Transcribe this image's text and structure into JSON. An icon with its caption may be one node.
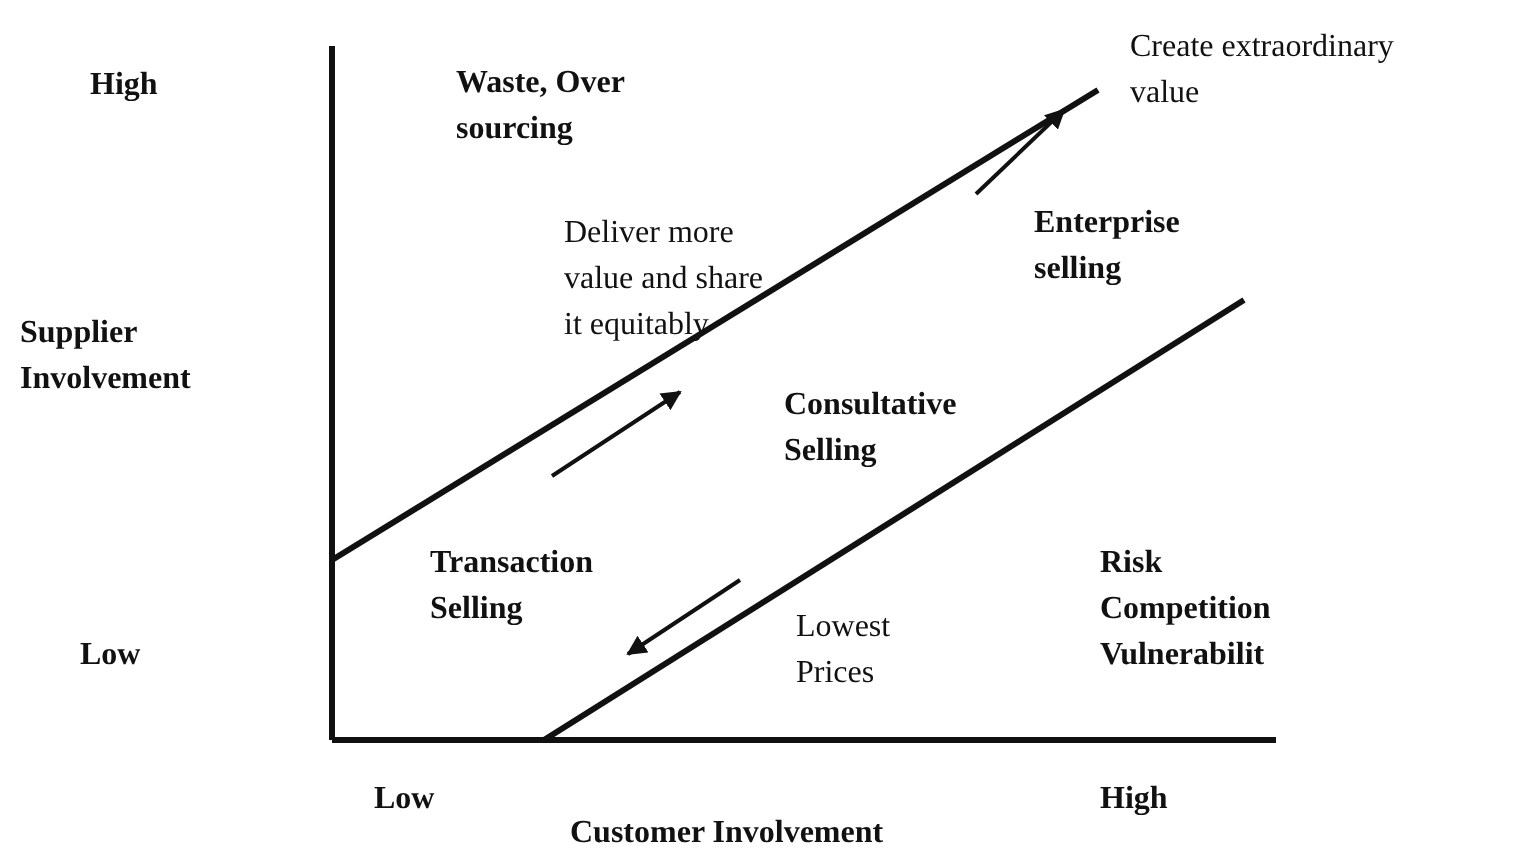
{
  "diagram": {
    "labels": [
      "High",
      "Waste, Over sourcing",
      "Create extraordinary value",
      "Supplier Involvement",
      "Deliver more value and share it equitably",
      "Enterprise selling",
      "Consultative Selling",
      "Transaction Selling",
      "Risk Competition Vulnerabilit",
      "Lowest Prices",
      "Low",
      "Low",
      "High",
      "Customer Involvement"
    ]
  }
}
